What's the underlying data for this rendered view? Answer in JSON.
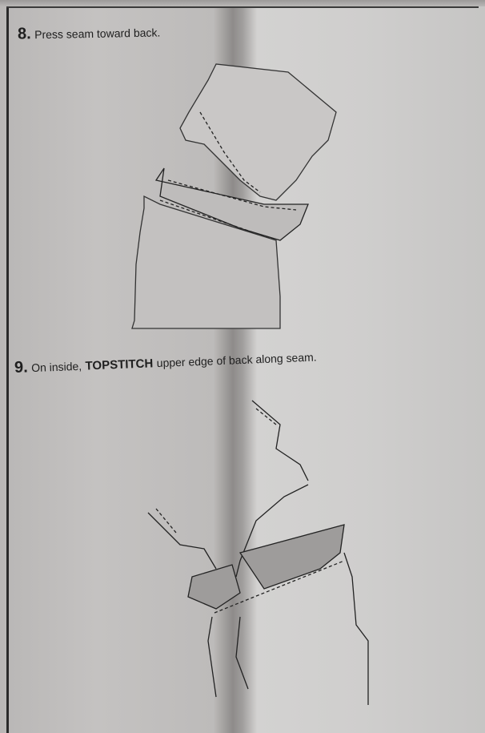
{
  "steps": [
    {
      "number": "8.",
      "text": "Press seam toward back."
    },
    {
      "number": "9.",
      "text_before": "On inside,",
      "text_bold": "TOPSTITCH",
      "text_after": "upper edge of back along seam."
    }
  ]
}
